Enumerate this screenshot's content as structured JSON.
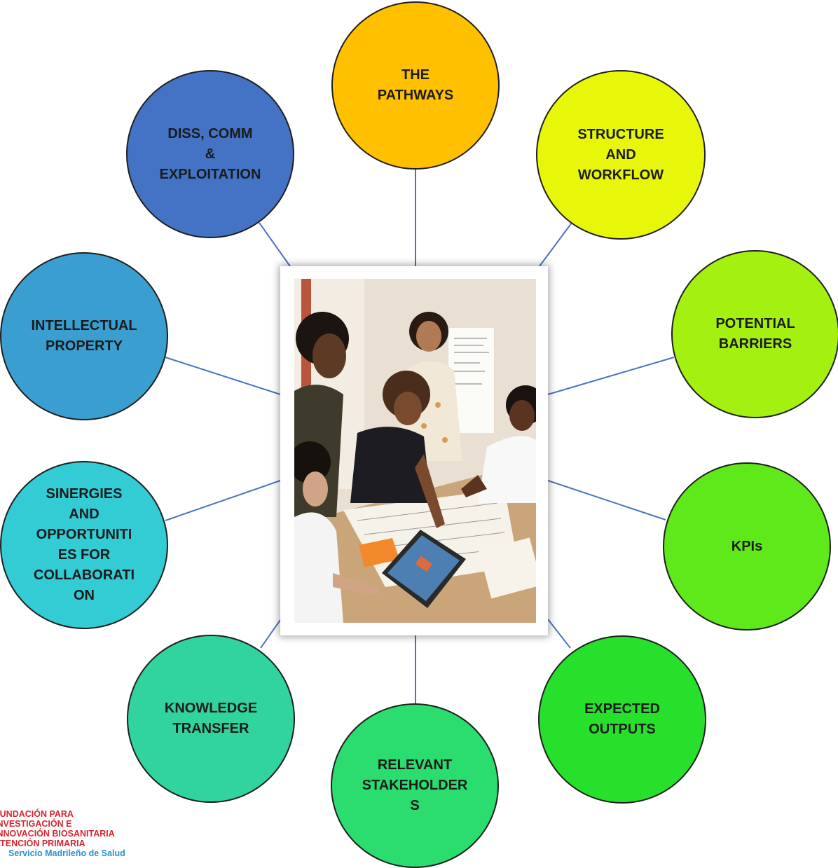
{
  "nodes": {
    "pathways": {
      "label": "THE\nPATHWAYS",
      "color": "#ffc000"
    },
    "structure": {
      "label": "STRUCTURE\nAND\nWORKFLOW",
      "color": "#e8f70a"
    },
    "barriers": {
      "label": "POTENTIAL\nBARRIERS",
      "color": "#a4f010"
    },
    "kpis": {
      "label": "KPIs",
      "color": "#5fe81a"
    },
    "outputs": {
      "label": "EXPECTED\nOUTPUTS",
      "color": "#27e02c"
    },
    "stakeholders": {
      "label": "RELEVANT\nSTAKEHOLDER\nS",
      "color": "#2bdc6e"
    },
    "knowledge": {
      "label": "KNOWLEDGE\nTRANSFER",
      "color": "#31d49e"
    },
    "synergies": {
      "label": "SINERGIES\nAND\nOPPORTUNITI\nES FOR\nCOLLABORATI\nON",
      "color": "#33cbd4"
    },
    "ip": {
      "label": "INTELLECTUAL\nPROPERTY",
      "color": "#3a9fd0"
    },
    "diss": {
      "label": "DISS, COMM\n&\nEXPLOITATION",
      "color": "#4472c4"
    }
  },
  "connector_color": "#4a73c4",
  "logo": {
    "lines": [
      "FUNDACIÓN PARA",
      "INVESTIGACIÓN E",
      "INNOVACIÓN BIOSANITARIA",
      "ATENCIÓN PRIMARIA",
      "Servicio Madrileño de Salud"
    ],
    "primary_color": "#d6252e",
    "secondary_color": "#2b8fd4"
  }
}
